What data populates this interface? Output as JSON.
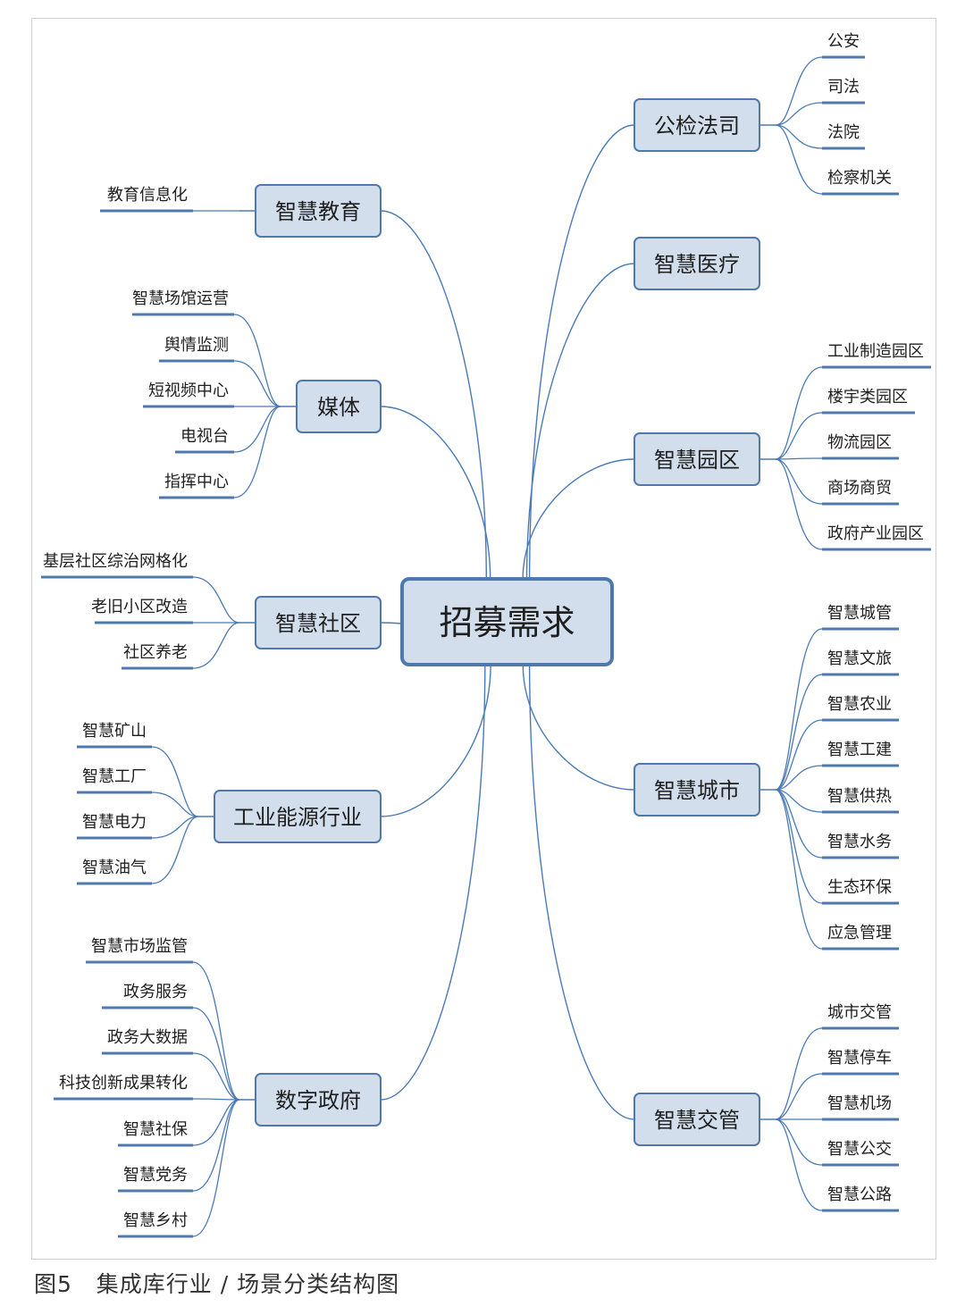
{
  "center": {
    "label": "招募需求"
  },
  "caption": "图5   集成库行业 / 场景分类结构图",
  "colors": {
    "line": "#4a7ab5",
    "box_fill": "#d2deec",
    "box_border": "#4f78ad",
    "text": "#1f1f1f"
  },
  "categories": [
    {
      "id": "police-justice",
      "label": "公检法司",
      "side": "right",
      "items": [
        "公安",
        "司法",
        "法院",
        "检察机关"
      ]
    },
    {
      "id": "smart-medical",
      "label": "智慧医疗",
      "side": "right",
      "items": []
    },
    {
      "id": "smart-park",
      "label": "智慧园区",
      "side": "right",
      "items": [
        "工业制造园区",
        "楼宇类园区",
        "物流园区",
        "商场商贸",
        "政府产业园区"
      ]
    },
    {
      "id": "smart-city",
      "label": "智慧城市",
      "side": "right",
      "items": [
        "智慧城管",
        "智慧文旅",
        "智慧农业",
        "智慧工建",
        "智慧供热",
        "智慧水务",
        "生态环保",
        "应急管理"
      ]
    },
    {
      "id": "smart-traffic",
      "label": "智慧交管",
      "side": "right",
      "items": [
        "城市交管",
        "智慧停车",
        "智慧机场",
        "智慧公交",
        "智慧公路"
      ]
    },
    {
      "id": "smart-education",
      "label": "智慧教育",
      "side": "left",
      "items": [
        "教育信息化"
      ]
    },
    {
      "id": "media",
      "label": "媒体",
      "side": "left",
      "items": [
        "智慧场馆运营",
        "舆情监测",
        "短视频中心",
        "电视台",
        "指挥中心"
      ]
    },
    {
      "id": "smart-community",
      "label": "智慧社区",
      "side": "left",
      "items": [
        "基层社区综治网格化",
        "老旧小区改造",
        "社区养老"
      ]
    },
    {
      "id": "industry-energy",
      "label": "工业能源行业",
      "side": "left",
      "items": [
        "智慧矿山",
        "智慧工厂",
        "智慧电力",
        "智慧油气"
      ]
    },
    {
      "id": "digital-government",
      "label": "数字政府",
      "side": "left",
      "items": [
        "智慧市场监管",
        "政务服务",
        "政务大数据",
        "科技创新成果转化",
        "智慧社保",
        "智慧党务",
        "智慧乡村"
      ]
    }
  ]
}
